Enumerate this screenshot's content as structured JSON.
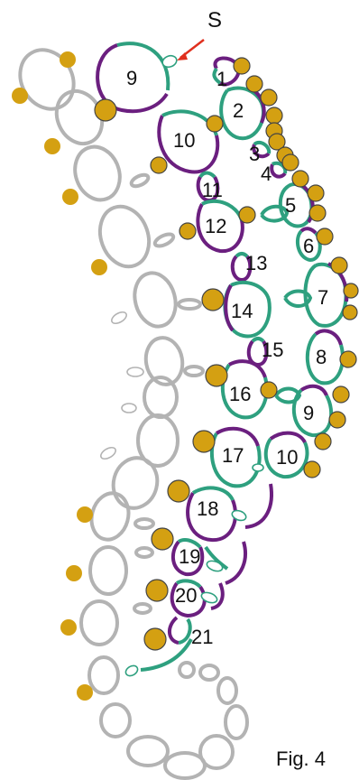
{
  "start_label": "S",
  "caption": "Fig. 4",
  "ring_labels": [
    "9",
    "1",
    "2",
    "10",
    "3",
    "4",
    "11",
    "5",
    "12",
    "6",
    "13",
    "7",
    "14",
    "15",
    "8",
    "16",
    "9",
    "17",
    "10",
    "18",
    "19",
    "20",
    "21"
  ],
  "colors": {
    "inactive": "#b3b3b3",
    "ring_purple": "#6b1f7f",
    "chain_green": "#2ea07f",
    "bead": "#d4a012",
    "arrow": "#e0301e"
  }
}
